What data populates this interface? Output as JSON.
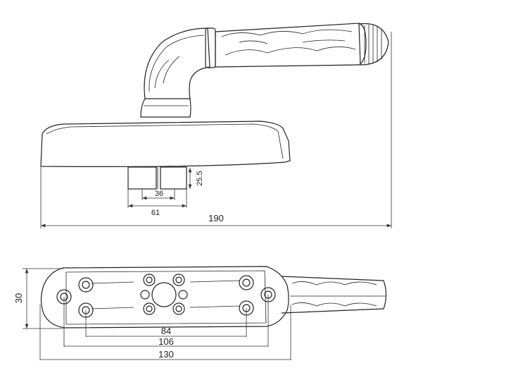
{
  "drawing": {
    "top_view": {
      "dimensions": {
        "cylinder_height": "25.5",
        "inner_spacing": "36",
        "outer_width": "61",
        "total_length": "190"
      }
    },
    "bottom_view": {
      "dimensions": {
        "plate_height": "30",
        "inner_holes": "84",
        "outer_holes": "106",
        "plate_length": "130"
      }
    },
    "colors": {
      "line": "#222222",
      "background": "#ffffff"
    }
  }
}
